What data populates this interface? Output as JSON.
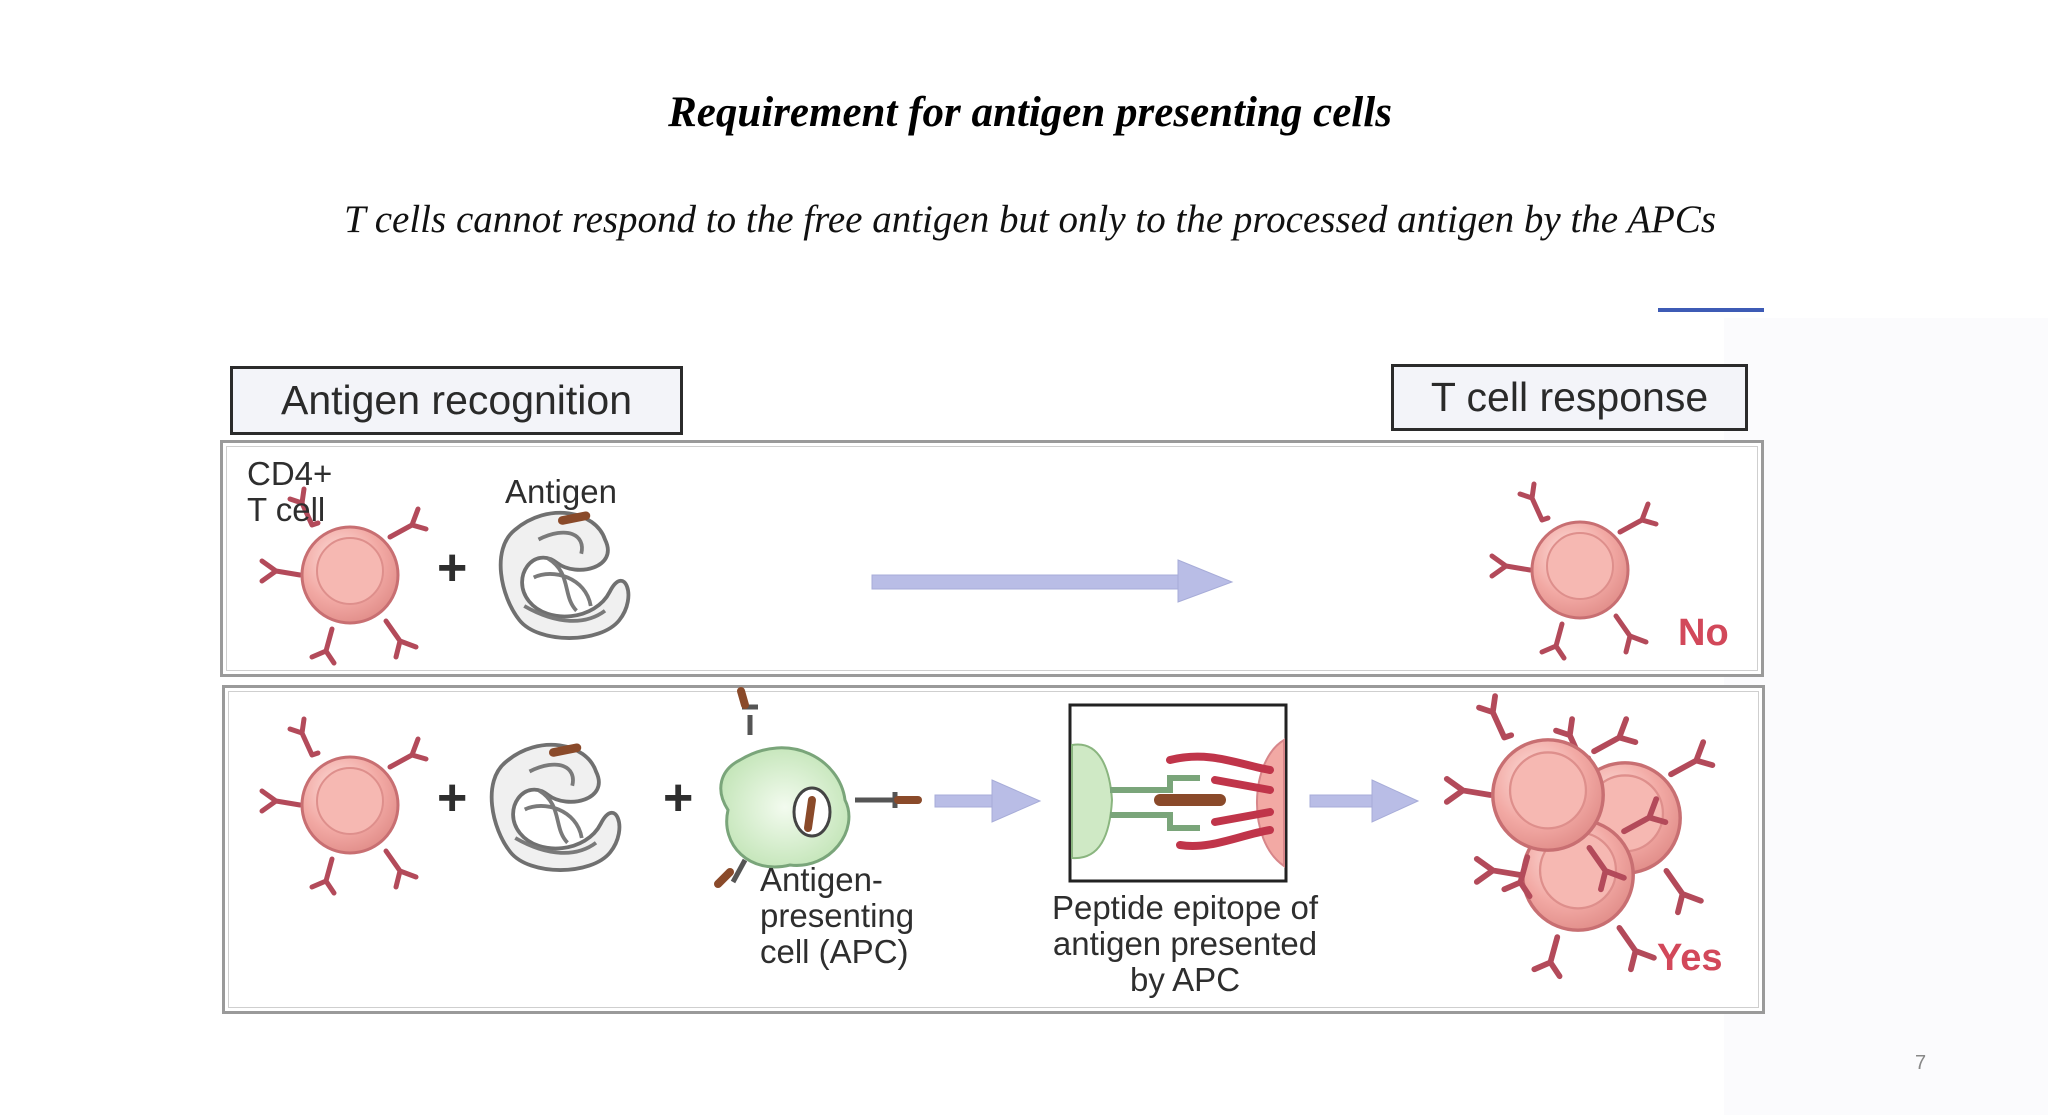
{
  "slide": {
    "title": "Requirement for antigen presenting cells",
    "subtitle": "T cells cannot respond to the free antigen but only to the processed antigen by the APCs",
    "page_number": "7"
  },
  "figure": {
    "header_left": "Antigen recognition",
    "header_right": "T cell response",
    "cd4_line1": "CD4+",
    "cd4_line2": "T cell",
    "antigen_label": "Antigen",
    "plus": "+",
    "apc_line1": "Antigen-",
    "apc_line2": "presenting",
    "apc_line3": "cell (APC)",
    "epitope_line1": "Peptide epitope of",
    "epitope_line2": "antigen presented",
    "epitope_line3": "by APC",
    "result_no": "No",
    "result_yes": "Yes"
  },
  "colors": {
    "cell_fill": "#f2a9a4",
    "receptor": "#b34a5a",
    "arrow": "#b9bde6",
    "result_text": "#d2485a",
    "apc_fill": "#d3ecc9",
    "accent": "#3d5bb5"
  }
}
